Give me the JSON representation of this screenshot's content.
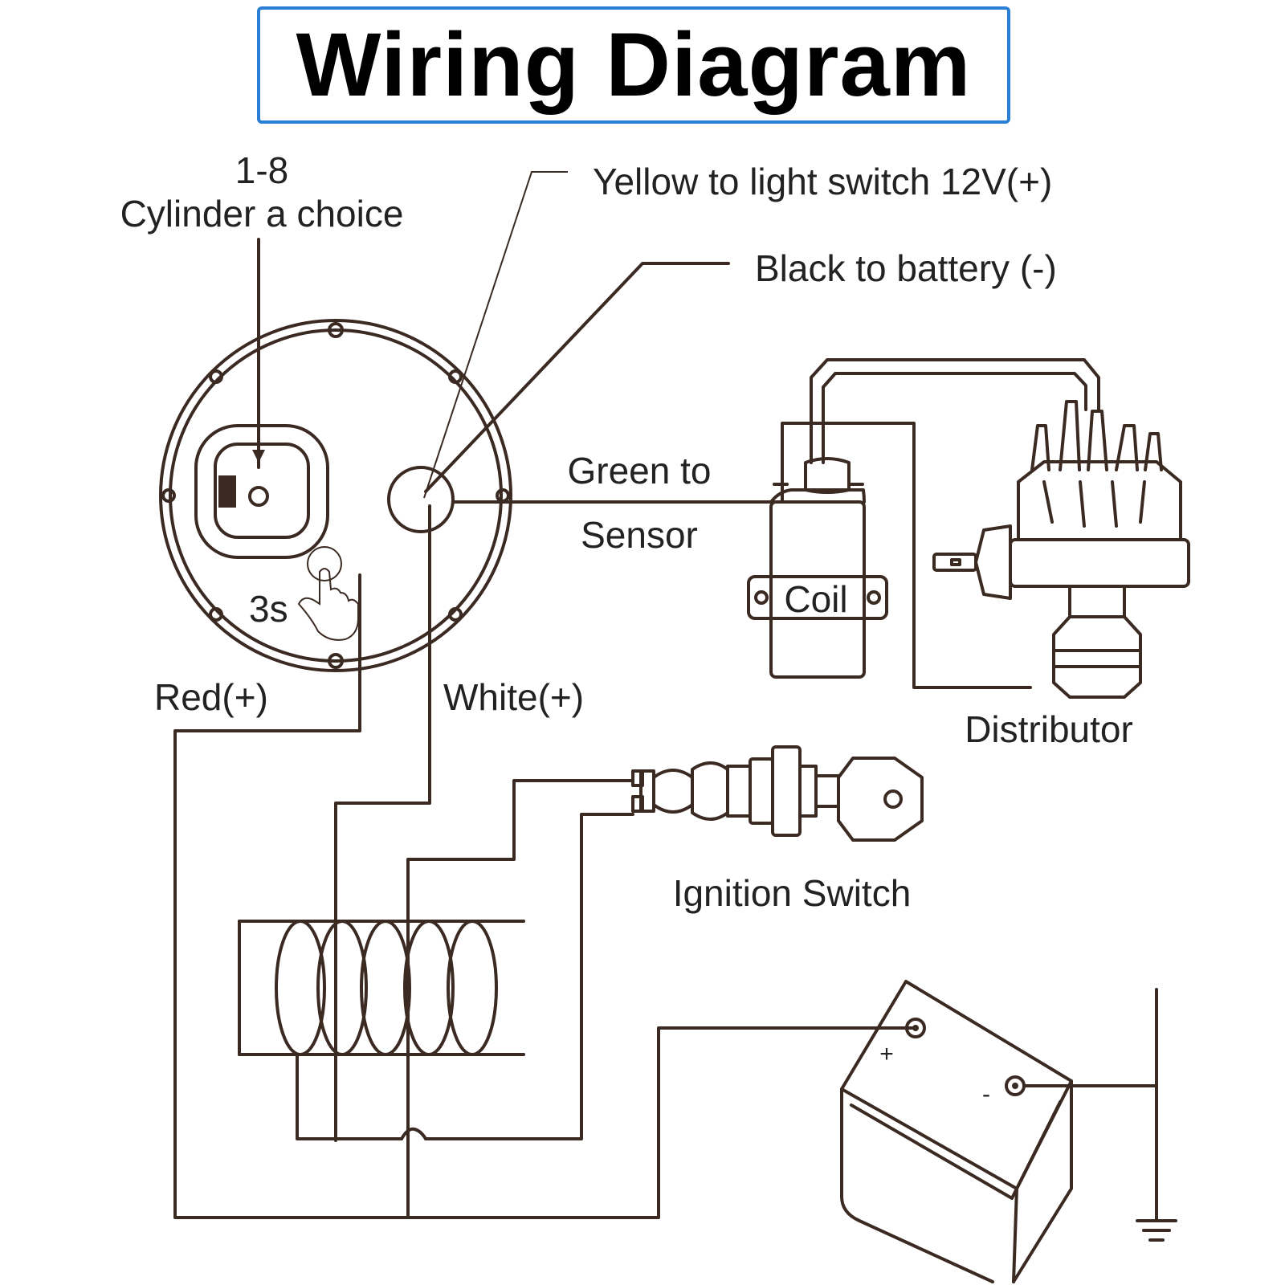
{
  "title": "Wiring Diagram",
  "labels": {
    "cylinder_number": "1-8",
    "cylinder_choice": "Cylinder a choice",
    "yellow": "Yellow to light switch 12V(+)",
    "black": "Black to battery (-)",
    "green_line1": "Green to",
    "green_line2": "Sensor",
    "coil": "Coil",
    "distributor": "Distributor",
    "press_time": "3s",
    "red": "Red(+)",
    "white": "White(+)",
    "ignition_switch": "Ignition Switch",
    "battery_plus": "+",
    "battery_minus": "-"
  },
  "colors": {
    "title_border": "#2a7fd4",
    "line": "#3a2a22"
  },
  "icons": [
    "tachometer-gauge-icon",
    "pointing-hand-icon",
    "ignition-coil-icon",
    "distributor-icon",
    "ignition-switch-icon",
    "key-icon",
    "light-coil-icon",
    "battery-icon",
    "ground-icon"
  ]
}
